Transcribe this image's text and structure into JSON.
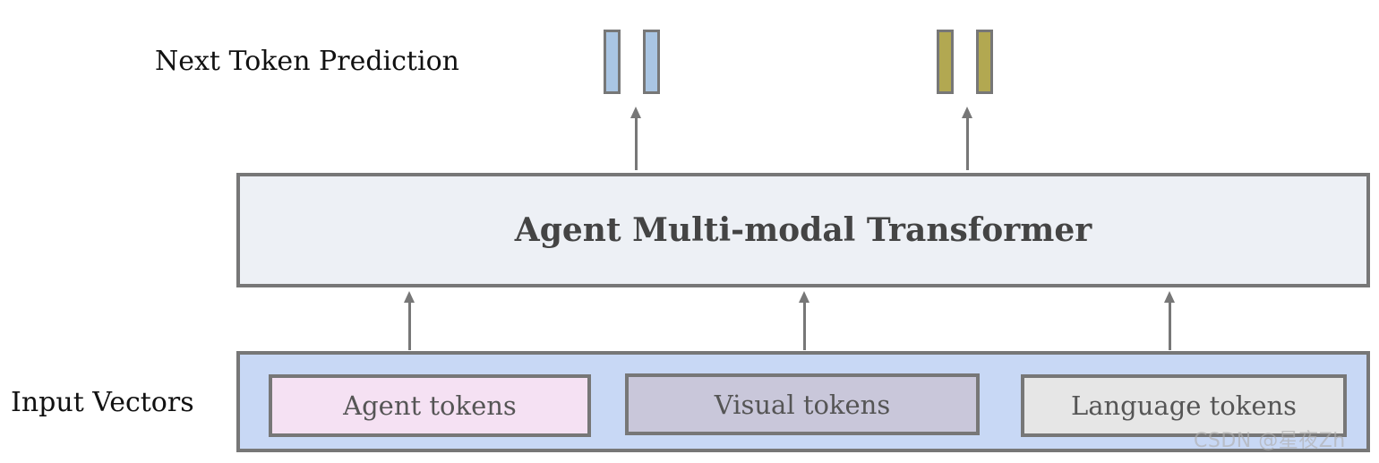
{
  "diagram": {
    "output_label": "Next Token Prediction",
    "input_label": "Input Vectors",
    "transformer_title": "Agent Multi-modal Transformer",
    "tokens": {
      "agent": "Agent tokens",
      "visual": "Visual tokens",
      "language": "Language tokens"
    },
    "watermark": "CSDN @星夜Zh"
  },
  "colors": {
    "agent_prediction": "#a9c5e3",
    "language_prediction": "#b2a851",
    "transformer_fill": "#edf0f5",
    "inputs_fill": "#c8d8f5",
    "agent_token_fill": "#f5e1f3",
    "visual_token_fill": "#c9c7da",
    "language_token_fill": "#e6e6e6",
    "border": "#777777"
  }
}
